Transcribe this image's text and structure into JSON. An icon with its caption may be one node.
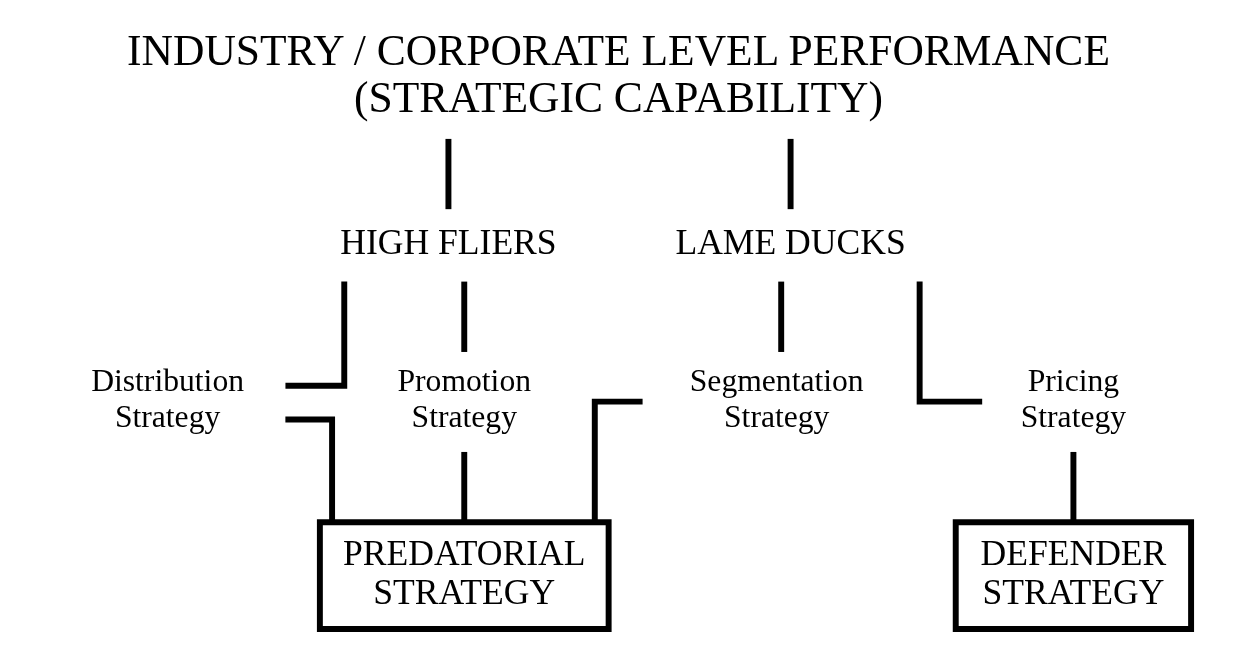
{
  "diagram": {
    "nodes": [
      {
        "text": [
          "INDUSTRY / CORPORATE LEVEL PERFORMANCE (STRATEGIC CAPABILITY)"
        ]
      },
      {
        "text": [
          "HIGH FLIERS"
        ]
      },
      {
        "text": [
          "LAME DUCKS"
        ]
      },
      {
        "text": [
          "Distribution Strategy"
        ]
      },
      {
        "text": [
          "Promotion Strategy"
        ]
      },
      {
        "text": [
          "Segmentation Strategy"
        ]
      },
      {
        "text": [
          "Pricing Strategy"
        ]
      },
      {
        "text": [
          "PREDATORIAL STRATEGY"
        ]
      },
      {
        "text": [
          "DEFENDER STRATEGY"
        ]
      }
    ],
    "edges": [
      {
        "from": 0,
        "to": 1,
        "arrow": "none"
      },
      {
        "from": 0,
        "to": 2,
        "arrow": "none"
      },
      {
        "from": 1,
        "to": 3,
        "arrow": "none"
      },
      {
        "from": 1,
        "to": 4,
        "arrow": "none"
      },
      {
        "from": 2,
        "to": 5,
        "arrow": "none"
      },
      {
        "from": 2,
        "to": 6,
        "arrow": "none"
      },
      {
        "from": 3,
        "to": 7,
        "arrow": "none"
      },
      {
        "from": 4,
        "to": 7,
        "arrow": "none"
      },
      {
        "from": 5,
        "to": 7,
        "arrow": "none"
      },
      {
        "from": 6,
        "to": 8,
        "arrow": "none"
      }
    ]
  }
}
